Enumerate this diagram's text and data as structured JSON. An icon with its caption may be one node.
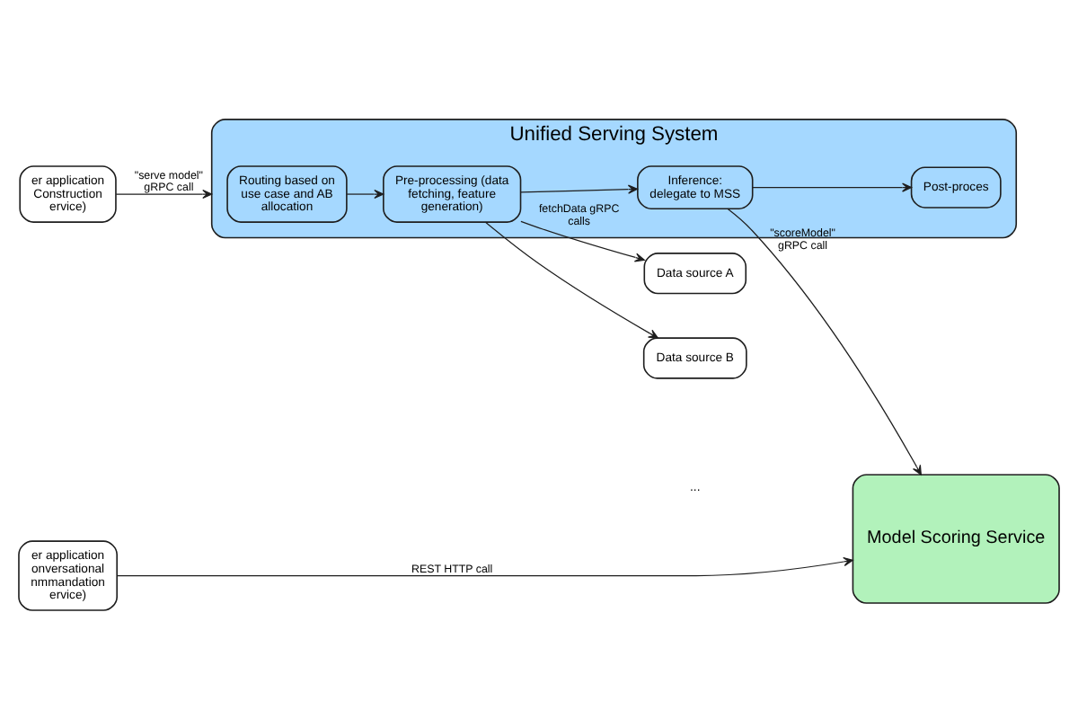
{
  "diagram": {
    "nodes": [
      {
        "text": [
          "er application Construction ervice)"
        ]
      },
      {
        "text": [
          "Unified Serving System"
        ]
      },
      {
        "text": [
          "Routing based on use case and AB allocation"
        ],
        "in": 1
      },
      {
        "text": [
          "Pre-processing (data fetching, feature generation)"
        ],
        "in": 1
      },
      {
        "text": [
          "Inference: delegate to MSS"
        ],
        "in": 1
      },
      {
        "text": [
          "Post-proces"
        ],
        "in": 1
      },
      {
        "text": [
          "Data source A"
        ]
      },
      {
        "text": [
          "Data source B"
        ]
      },
      {
        "text": [
          "Model Scoring Service"
        ]
      },
      {
        "text": [
          "er application onversational nmmandation ervice)"
        ]
      }
    ],
    "edges": [
      {
        "from": 0,
        "to": 1,
        "arrow": "to",
        "label": "\"serve model\" gRPC call"
      },
      {
        "from": 2,
        "to": 3,
        "arrow": "to"
      },
      {
        "from": 3,
        "to": 4,
        "arrow": "to"
      },
      {
        "from": 4,
        "to": 5,
        "arrow": "to"
      },
      {
        "from": 3,
        "to": 6,
        "arrow": "to",
        "label": "fetchData gRPC calls"
      },
      {
        "from": 3,
        "to": 7,
        "arrow": "to"
      },
      {
        "from": 4,
        "to": 8,
        "arrow": "to",
        "label": "\"scoreModel\" gRPC call"
      },
      {
        "from": 9,
        "to": 8,
        "arrow": "to",
        "label": "REST HTTP call"
      }
    ],
    "labels": [
      "..."
    ]
  }
}
